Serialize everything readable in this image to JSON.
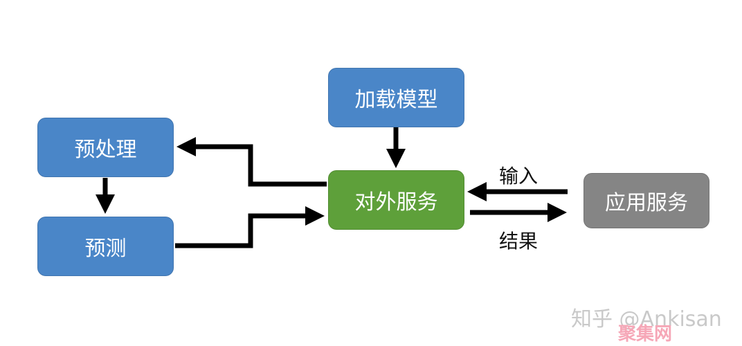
{
  "colors": {
    "blue": "#4a86c8",
    "green": "#5ea03a",
    "gray": "#858585",
    "arrow": "#000000"
  },
  "nodes": {
    "load_model": "加载模型",
    "preprocess": "预处理",
    "predict": "预测",
    "service": "对外服务",
    "app_service": "应用服务"
  },
  "edge_labels": {
    "input": "输入",
    "result": "结果"
  },
  "watermark": {
    "zhihu": "知乎 @Ankisan",
    "site": "聚集网"
  }
}
